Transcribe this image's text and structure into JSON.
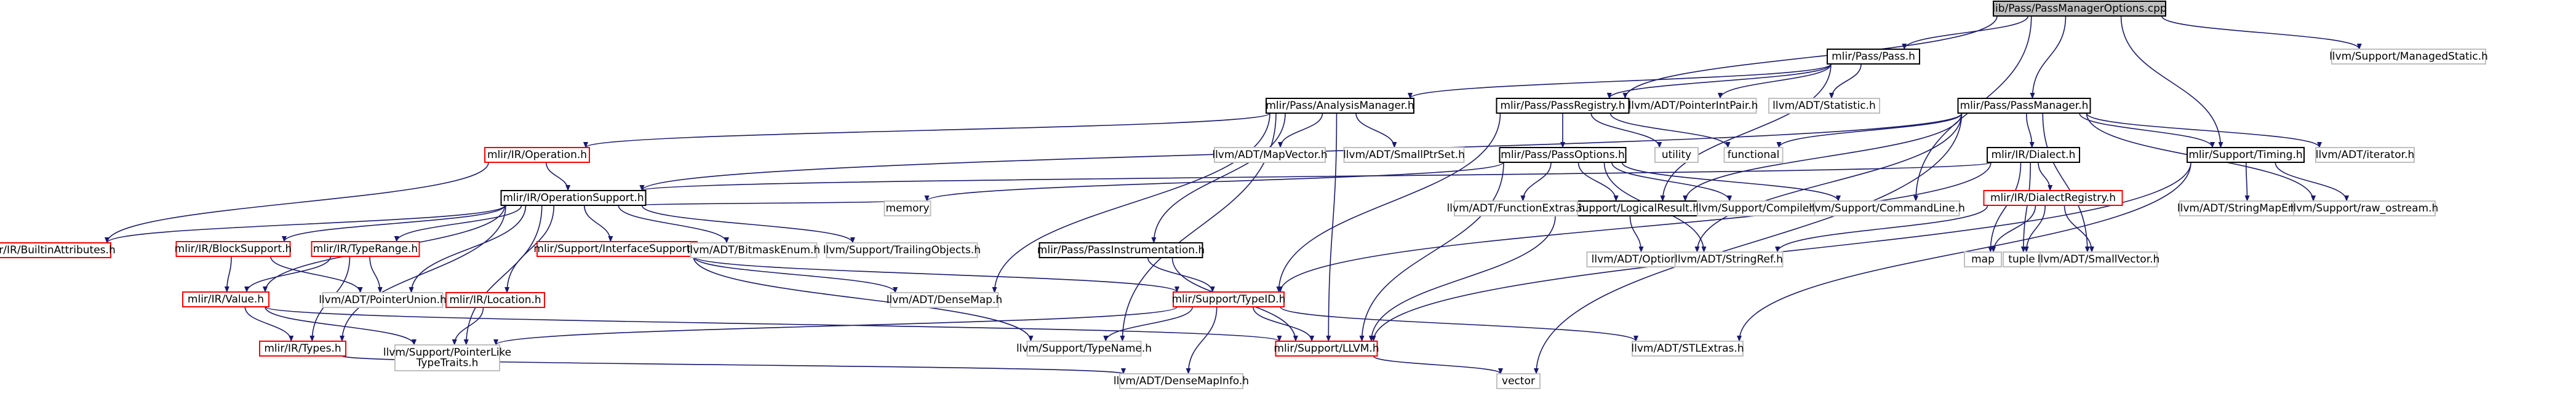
{
  "colors": {
    "edge": "#191970",
    "root_fill": "#bfbfbf",
    "root_border": "#000000",
    "file_border": "#000000",
    "external_border": "#bfbfbf",
    "truncated_border": "#ff0000",
    "text": "#000000"
  },
  "nodes": [
    {
      "id": "root",
      "label": "lib/Pass/PassManagerOptions.cpp",
      "kind": "root"
    },
    {
      "id": "pass",
      "label": "mlir/Pass/Pass.h",
      "kind": "file"
    },
    {
      "id": "managedstatic",
      "label": "llvm/Support/ManagedStatic.h",
      "kind": "external"
    },
    {
      "id": "analysismgr",
      "label": "mlir/Pass/AnalysisManager.h",
      "kind": "file"
    },
    {
      "id": "passregistry",
      "label": "mlir/Pass/PassRegistry.h",
      "kind": "file"
    },
    {
      "id": "ptrintpair",
      "label": "llvm/ADT/PointerIntPair.h",
      "kind": "external"
    },
    {
      "id": "statistic",
      "label": "llvm/ADT/Statistic.h",
      "kind": "external"
    },
    {
      "id": "passmanager",
      "label": "mlir/Pass/PassManager.h",
      "kind": "file"
    },
    {
      "id": "operation",
      "label": "mlir/IR/Operation.h",
      "kind": "truncated"
    },
    {
      "id": "mapvector",
      "label": "llvm/ADT/MapVector.h",
      "kind": "external"
    },
    {
      "id": "smallptrset",
      "label": "llvm/ADT/SmallPtrSet.h",
      "kind": "external"
    },
    {
      "id": "passoptions",
      "label": "mlir/Pass/PassOptions.h",
      "kind": "file"
    },
    {
      "id": "utility",
      "label": "utility",
      "kind": "external"
    },
    {
      "id": "functional",
      "label": "functional",
      "kind": "external"
    },
    {
      "id": "dialect",
      "label": "mlir/IR/Dialect.h",
      "kind": "file"
    },
    {
      "id": "timing",
      "label": "mlir/Support/Timing.h",
      "kind": "file"
    },
    {
      "id": "iterator",
      "label": "llvm/ADT/iterator.h",
      "kind": "external"
    },
    {
      "id": "opsupport",
      "label": "mlir/IR/OperationSupport.h",
      "kind": "file"
    },
    {
      "id": "logicalresult",
      "label": "mlir/Support/LogicalResult.h",
      "kind": "file"
    },
    {
      "id": "compiler",
      "label": "llvm/Support/Compiler.h",
      "kind": "external"
    },
    {
      "id": "commandline",
      "label": "llvm/Support/CommandLine.h",
      "kind": "external"
    },
    {
      "id": "funcextras",
      "label": "llvm/ADT/FunctionExtras.h",
      "kind": "external"
    },
    {
      "id": "memory",
      "label": "memory",
      "kind": "external"
    },
    {
      "id": "dialectregistry",
      "label": "mlir/IR/DialectRegistry.h",
      "kind": "truncated"
    },
    {
      "id": "stringmapentry",
      "label": "llvm/ADT/StringMapEntry.h",
      "kind": "external"
    },
    {
      "id": "rawostream",
      "label": "llvm/Support/raw_ostream.h",
      "kind": "external"
    },
    {
      "id": "builtinattrs",
      "label": "mlir/IR/BuiltinAttributes.h",
      "kind": "truncated"
    },
    {
      "id": "blocksupport",
      "label": "mlir/IR/BlockSupport.h",
      "kind": "truncated"
    },
    {
      "id": "typerange",
      "label": "mlir/IR/TypeRange.h",
      "kind": "truncated"
    },
    {
      "id": "interfacesupport",
      "label": "mlir/Support/InterfaceSupport.h",
      "kind": "truncated"
    },
    {
      "id": "bitmaskenum",
      "label": "llvm/ADT/BitmaskEnum.h",
      "kind": "external"
    },
    {
      "id": "trailingobjects",
      "label": "llvm/Support/TrailingObjects.h",
      "kind": "external"
    },
    {
      "id": "passinstr",
      "label": "mlir/Pass/PassInstrumentation.h",
      "kind": "file"
    },
    {
      "id": "optional",
      "label": "llvm/ADT/Optional.h",
      "kind": "external"
    },
    {
      "id": "stringref",
      "label": "llvm/ADT/StringRef.h",
      "kind": "external"
    },
    {
      "id": "map",
      "label": "map",
      "kind": "external"
    },
    {
      "id": "tuple",
      "label": "tuple",
      "kind": "external"
    },
    {
      "id": "smallvector",
      "label": "llvm/ADT/SmallVector.h",
      "kind": "external"
    },
    {
      "id": "value",
      "label": "mlir/IR/Value.h",
      "kind": "truncated"
    },
    {
      "id": "pointerunion",
      "label": "llvm/ADT/PointerUnion.h",
      "kind": "external"
    },
    {
      "id": "location",
      "label": "mlir/IR/Location.h",
      "kind": "truncated"
    },
    {
      "id": "densemap",
      "label": "llvm/ADT/DenseMap.h",
      "kind": "external"
    },
    {
      "id": "typeid",
      "label": "mlir/Support/TypeID.h",
      "kind": "truncated"
    },
    {
      "id": "types",
      "label": "mlir/IR/Types.h",
      "kind": "truncated"
    },
    {
      "id": "typename",
      "label": "llvm/Support/TypeName.h",
      "kind": "external"
    },
    {
      "id": "llvmh",
      "label": "mlir/Support/LLVM.h",
      "kind": "truncated"
    },
    {
      "id": "stlextras",
      "label": "llvm/ADT/STLExtras.h",
      "kind": "external"
    },
    {
      "id": "ptrliketypetraits",
      "label": "llvm/Support/PointerLike\nTypeTraits.h",
      "kind": "external"
    },
    {
      "id": "densemapinfo",
      "label": "llvm/ADT/DenseMapInfo.h",
      "kind": "external"
    },
    {
      "id": "vector",
      "label": "vector",
      "kind": "external"
    }
  ],
  "edges": [
    [
      "root",
      "pass"
    ],
    [
      "root",
      "managedstatic"
    ],
    [
      "root",
      "passregistry"
    ],
    [
      "root",
      "passmanager"
    ],
    [
      "root",
      "commandline"
    ],
    [
      "root",
      "timing"
    ],
    [
      "pass",
      "analysismgr"
    ],
    [
      "pass",
      "passregistry"
    ],
    [
      "pass",
      "ptrintpair"
    ],
    [
      "pass",
      "statistic"
    ],
    [
      "pass",
      "logicalresult"
    ],
    [
      "analysismgr",
      "operation"
    ],
    [
      "analysismgr",
      "mapvector"
    ],
    [
      "analysismgr",
      "smallptrset"
    ],
    [
      "analysismgr",
      "passinstr"
    ],
    [
      "analysismgr",
      "llvmh"
    ],
    [
      "analysismgr",
      "densemap"
    ],
    [
      "analysismgr",
      "typename"
    ],
    [
      "passregistry",
      "passoptions"
    ],
    [
      "passregistry",
      "utility"
    ],
    [
      "passregistry",
      "functional"
    ],
    [
      "passregistry",
      "typeid"
    ],
    [
      "passmanager",
      "functional"
    ],
    [
      "passmanager",
      "dialect"
    ],
    [
      "passmanager",
      "timing"
    ],
    [
      "passmanager",
      "iterator"
    ],
    [
      "passmanager",
      "opsupport"
    ],
    [
      "passmanager",
      "logicalresult"
    ],
    [
      "passmanager",
      "optional"
    ],
    [
      "passmanager",
      "smallvector"
    ],
    [
      "passmanager",
      "rawostream"
    ],
    [
      "passmanager",
      "vector"
    ],
    [
      "operation",
      "opsupport"
    ],
    [
      "operation",
      "builtinattrs"
    ],
    [
      "passoptions",
      "logicalresult"
    ],
    [
      "passoptions",
      "compiler"
    ],
    [
      "passoptions",
      "commandline"
    ],
    [
      "passoptions",
      "funcextras"
    ],
    [
      "passoptions",
      "memory"
    ],
    [
      "passoptions",
      "llvmh"
    ],
    [
      "passoptions",
      "stringref"
    ],
    [
      "dialect",
      "opsupport"
    ],
    [
      "dialect",
      "dialectregistry"
    ],
    [
      "dialect",
      "map"
    ],
    [
      "dialect",
      "tuple"
    ],
    [
      "dialect",
      "typeid"
    ],
    [
      "timing",
      "stringmapentry"
    ],
    [
      "timing",
      "rawostream"
    ],
    [
      "timing",
      "llvmh"
    ],
    [
      "timing",
      "stlextras"
    ],
    [
      "opsupport",
      "builtinattrs"
    ],
    [
      "opsupport",
      "blocksupport"
    ],
    [
      "opsupport",
      "typerange"
    ],
    [
      "opsupport",
      "interfacesupport"
    ],
    [
      "opsupport",
      "bitmaskenum"
    ],
    [
      "opsupport",
      "trailingobjects"
    ],
    [
      "opsupport",
      "memory"
    ],
    [
      "opsupport",
      "value"
    ],
    [
      "opsupport",
      "pointerunion"
    ],
    [
      "opsupport",
      "location"
    ],
    [
      "opsupport",
      "types"
    ],
    [
      "opsupport",
      "ptrliketypetraits"
    ],
    [
      "logicalresult",
      "llvmh"
    ],
    [
      "logicalresult",
      "optional"
    ],
    [
      "dialectregistry",
      "map"
    ],
    [
      "dialectregistry",
      "tuple"
    ],
    [
      "dialectregistry",
      "smallvector"
    ],
    [
      "dialectregistry",
      "stringref"
    ],
    [
      "blocksupport",
      "value"
    ],
    [
      "blocksupport",
      "pointerunion"
    ],
    [
      "typerange",
      "value"
    ],
    [
      "typerange",
      "pointerunion"
    ],
    [
      "typerange",
      "types"
    ],
    [
      "interfacesupport",
      "densemap"
    ],
    [
      "interfacesupport",
      "typeid"
    ],
    [
      "interfacesupport",
      "typename"
    ],
    [
      "passinstr",
      "typeid"
    ],
    [
      "passinstr",
      "llvmh"
    ],
    [
      "value",
      "types"
    ],
    [
      "value",
      "llvmh"
    ],
    [
      "value",
      "ptrliketypetraits"
    ],
    [
      "location",
      "ptrliketypetraits"
    ],
    [
      "typeid",
      "llvmh"
    ],
    [
      "typeid",
      "stlextras"
    ],
    [
      "typeid",
      "typename"
    ],
    [
      "typeid",
      "ptrliketypetraits"
    ],
    [
      "typeid",
      "densemapinfo"
    ],
    [
      "types",
      "densemapinfo"
    ],
    [
      "llvmh",
      "vector"
    ]
  ]
}
